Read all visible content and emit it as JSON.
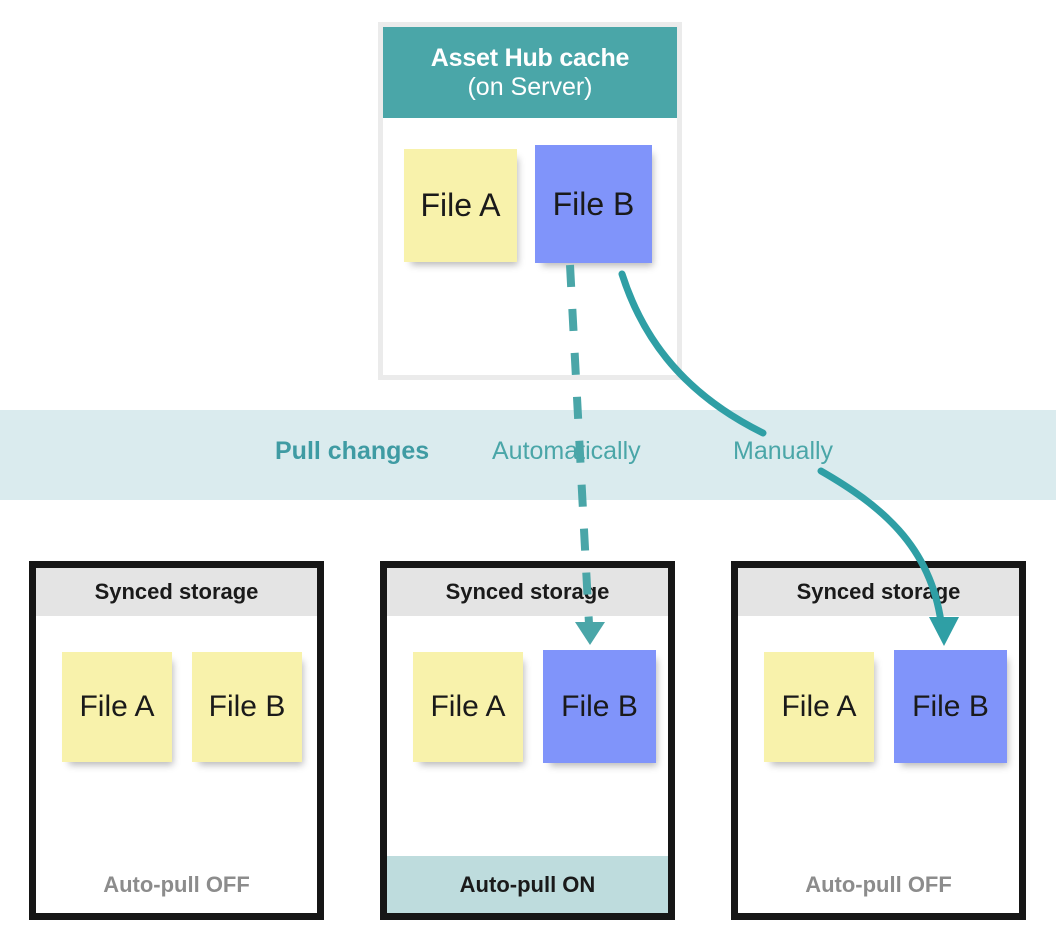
{
  "diagram": {
    "accent_teal": "#4aa6a8",
    "band_bg": "#daebee",
    "note_yellow": "#f8f2ab",
    "note_blue": "#8094fa",
    "header_gray": "#e4e4e4",
    "border_black": "#161616",
    "off_text_gray": "#8c8c8c",
    "on_footer_bg": "#bedcdd"
  },
  "server": {
    "title_line1": "Asset Hub cache",
    "title_line2": "(on Server)",
    "notes": [
      {
        "label": "File A",
        "color": "yellow"
      },
      {
        "label": "File B",
        "color": "blue"
      }
    ]
  },
  "band": {
    "title": "Pull changes",
    "automatic_label": "Automatically",
    "manual_label": "Manually"
  },
  "storages": [
    {
      "header": "Synced storage",
      "footer": "Auto-pull OFF",
      "auto_pull": "off",
      "notes": [
        {
          "label": "File A",
          "color": "yellow"
        },
        {
          "label": "File B",
          "color": "yellow"
        }
      ]
    },
    {
      "header": "Synced storage",
      "footer": "Auto-pull ON",
      "auto_pull": "on",
      "notes": [
        {
          "label": "File A",
          "color": "yellow"
        },
        {
          "label": "File B",
          "color": "blue"
        }
      ]
    },
    {
      "header": "Synced storage",
      "footer": "Auto-pull OFF",
      "auto_pull": "off",
      "notes": [
        {
          "label": "File A",
          "color": "yellow"
        },
        {
          "label": "File B",
          "color": "blue"
        }
      ]
    }
  ],
  "arrows": [
    {
      "name": "automatic-pull-arrow",
      "style": "dashed",
      "from": "server-file-b",
      "to": "storage-2-file-b"
    },
    {
      "name": "manual-pull-arrow",
      "style": "solid-curved",
      "from": "server-file-b",
      "to": "storage-3-file-b"
    }
  ]
}
